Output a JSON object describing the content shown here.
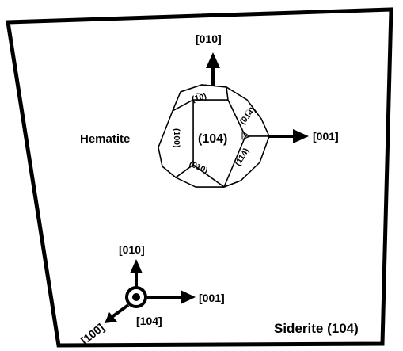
{
  "substrate_label": "Siderite (104)",
  "crystal": {
    "name": "Hematite",
    "main_face": "(104)",
    "faces": {
      "top_left": "(1̅0)",
      "top_right": "(01̅4)",
      "left": "(100)",
      "bottom_left": "(010)",
      "bottom_right": "(̅114)"
    },
    "axis_up": "[010]",
    "axis_right": "[001]"
  },
  "substrate_axes": {
    "up": "[010]",
    "right": "[001]",
    "diagonal": "[100]",
    "out_of_plane": "[104]"
  },
  "colors": {
    "line": "#000000",
    "background": "#ffffff",
    "hatch": "#999999"
  }
}
